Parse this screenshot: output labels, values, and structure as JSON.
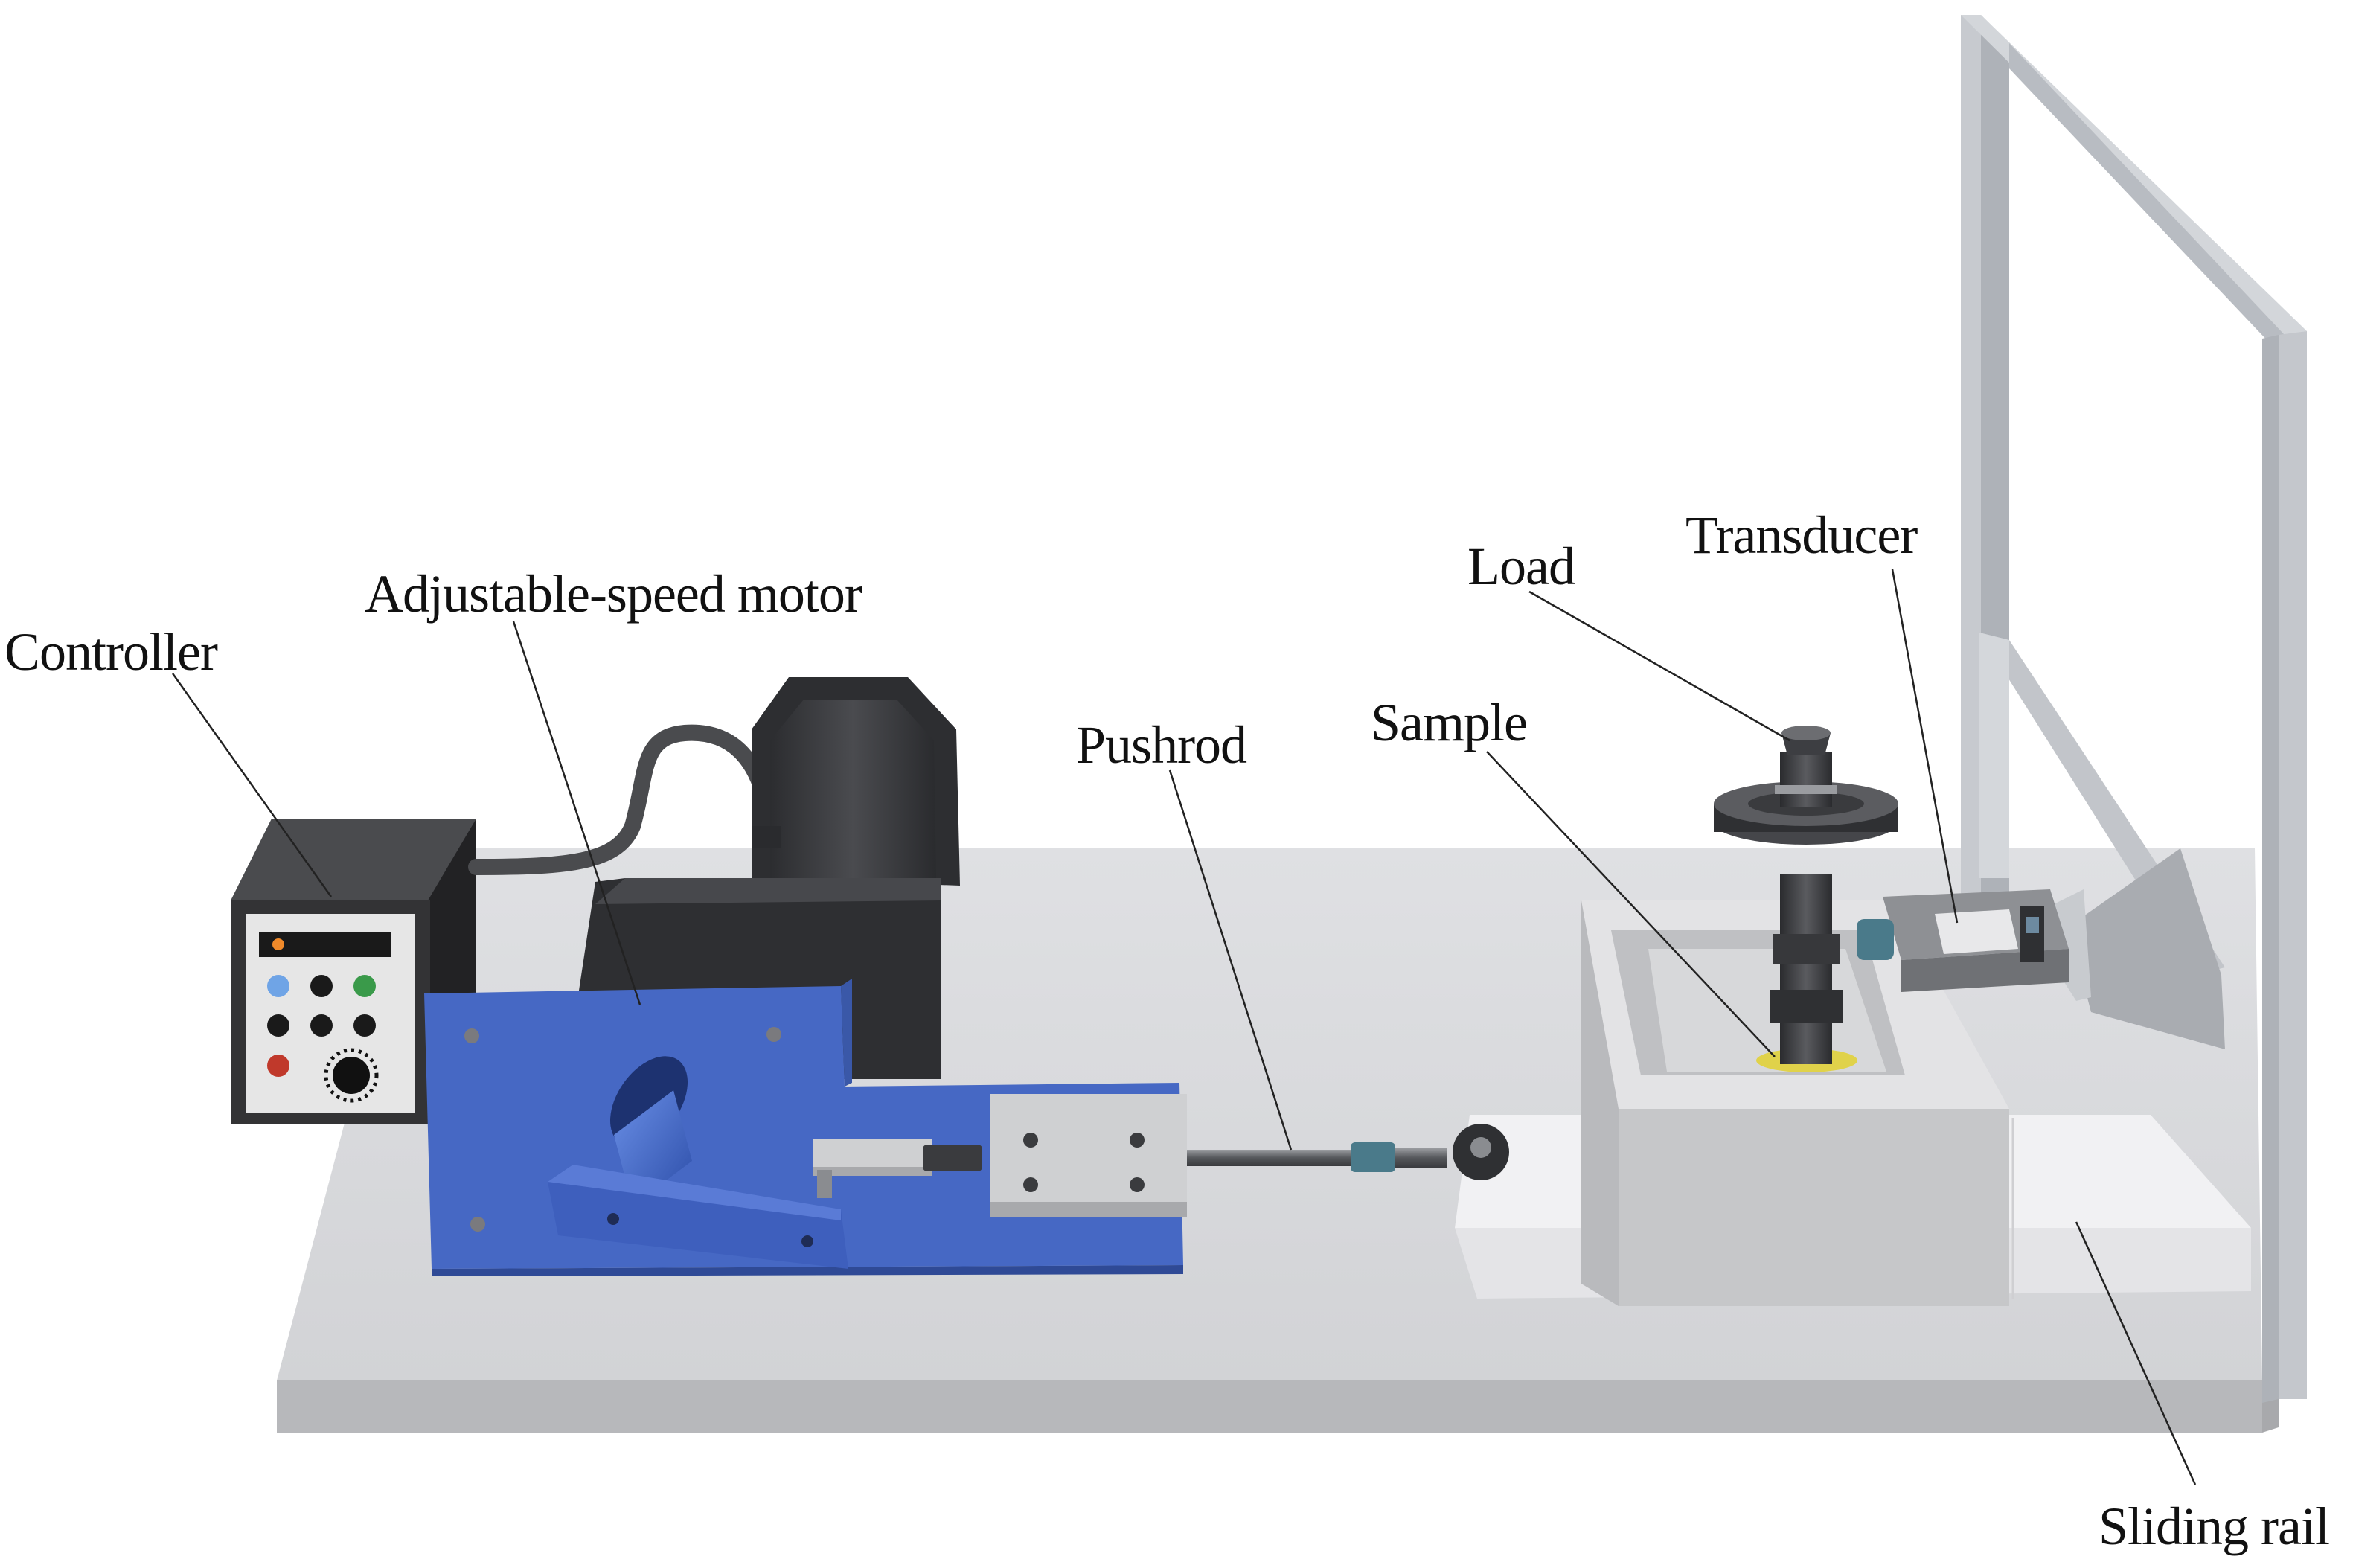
{
  "diagram": {
    "labels": {
      "controller": "Controller",
      "motor": "Adjustable-speed motor",
      "pushrod": "Pushrod",
      "sample": "Sample",
      "load": "Load",
      "transducer": "Transducer",
      "sliding_rail": "Sliding rail"
    }
  },
  "colors": {
    "platform_top": "#d7d8db",
    "platform_edge": "#b9babd",
    "motor_mount": "#4668c4",
    "motor_body": "#3a3b3e",
    "frame": "#c4c7cc",
    "rail": "#f0f0f2",
    "box": "#c9cacc",
    "sample_ring": "#e0d24a",
    "controller_body": "#333335",
    "controller_face": "#e6e6e6"
  }
}
